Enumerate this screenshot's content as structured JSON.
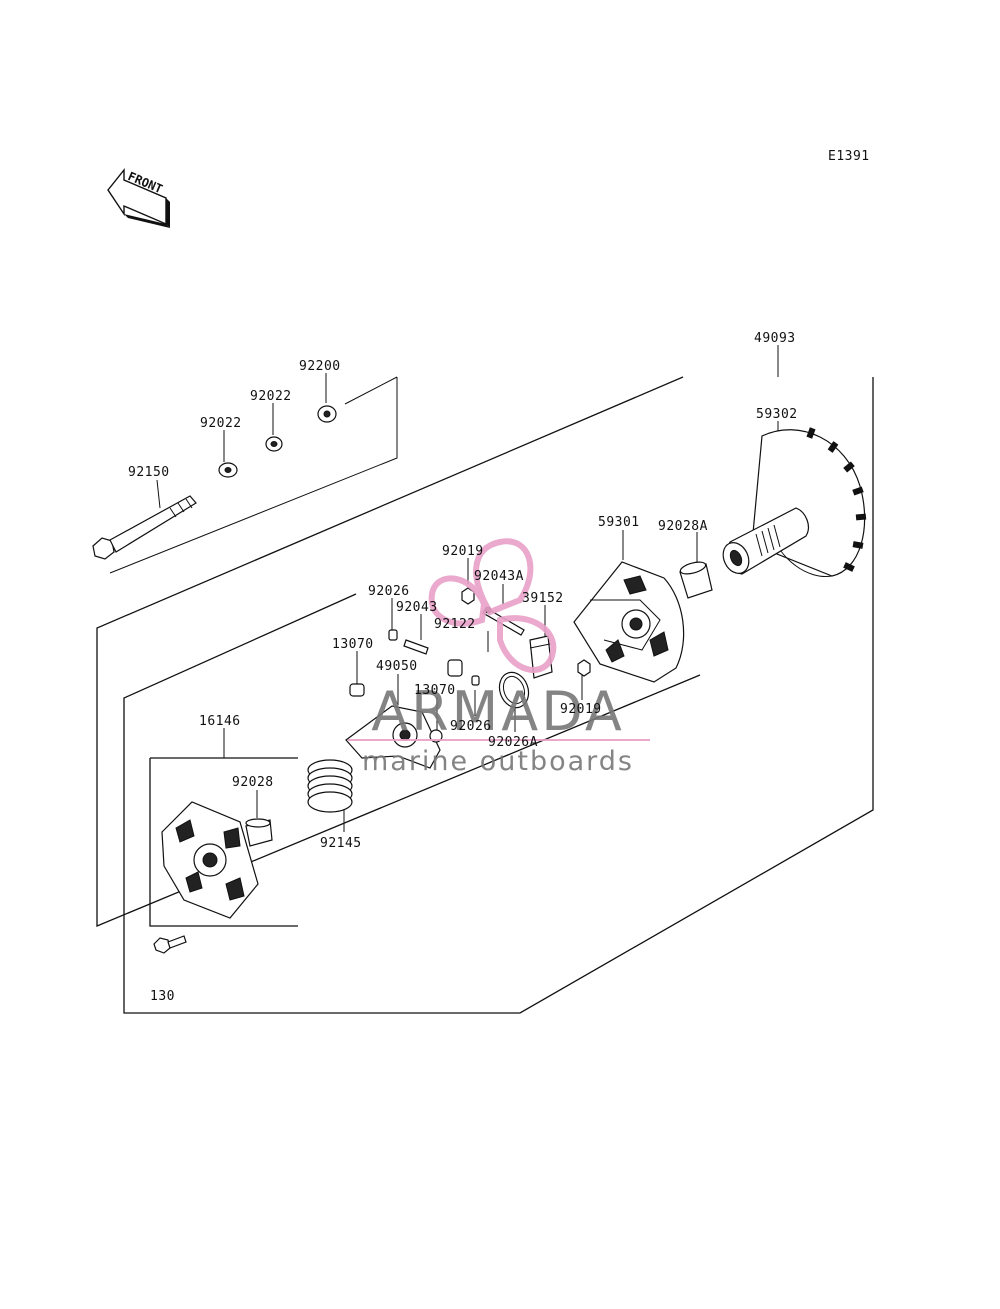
{
  "diagram": {
    "code": "E1391",
    "front_label": "FRONT",
    "parts": {
      "p49093": "49093",
      "p59302": "59302",
      "p59301": "59301",
      "p92028A": "92028A",
      "p92200": "92200",
      "p92022a": "92022",
      "p92022b": "92022",
      "p92150": "92150",
      "p92019a": "92019",
      "p92043A": "92043A",
      "p39152": "39152",
      "p92026a": "92026",
      "p92043": "92043",
      "p92122": "92122",
      "p13070a": "13070",
      "p49050": "49050",
      "p13070b": "13070",
      "p92019b": "92019",
      "p92026b": "92026",
      "p92026A": "92026A",
      "p16146": "16146",
      "p92028": "92028",
      "p92145": "92145",
      "p130": "130"
    }
  },
  "watermark": {
    "brand": "ARMADA",
    "tagline": "marine outboards",
    "color": "#e8a0c8"
  }
}
